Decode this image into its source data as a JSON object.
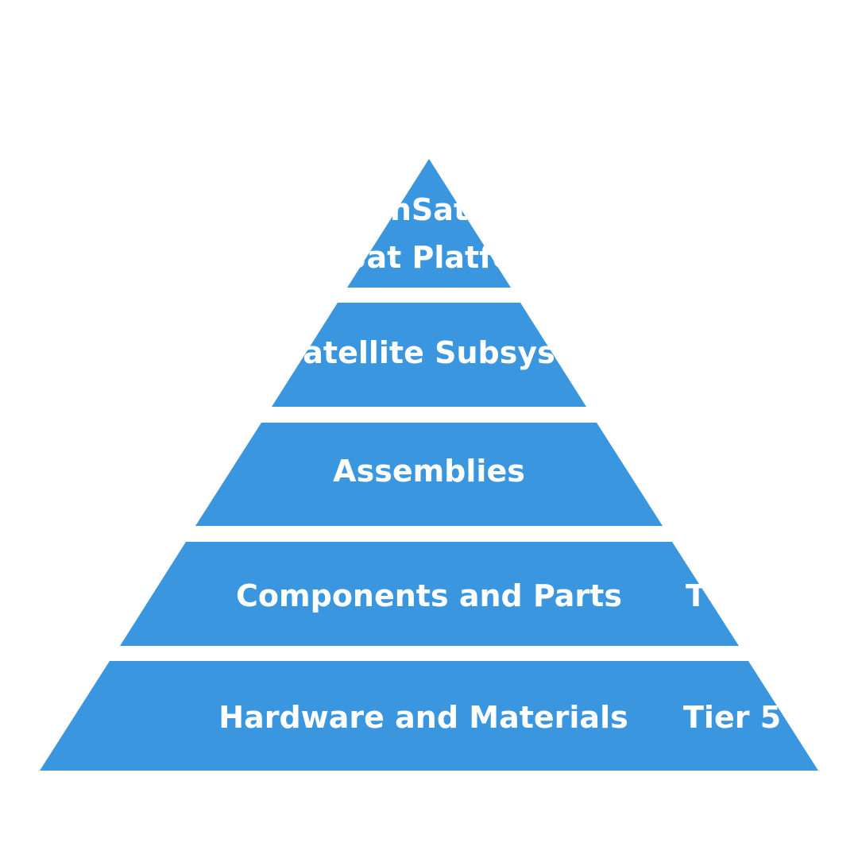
{
  "colors": {
    "band_fill": "#3b96e0",
    "label_text": "#ffffff",
    "background": "#ffffff"
  },
  "pyramid": {
    "tiers": [
      {
        "lines": [
          "nSat",
          "Sat Platfo"
        ],
        "tier_label": ""
      },
      {
        "lines": [
          "atellite Subsys"
        ],
        "tier_label": ""
      },
      {
        "lines": [
          "Assemblies"
        ],
        "tier_label": ""
      },
      {
        "lines": [
          "Components and Parts"
        ],
        "tier_label": "T"
      },
      {
        "lines": [
          "Hardware and Materials"
        ],
        "tier_label": "Tier 5"
      }
    ]
  }
}
